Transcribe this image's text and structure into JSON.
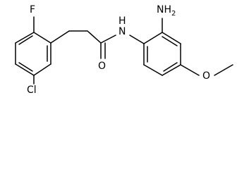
{
  "molecule": {
    "atoms": {
      "fluorine": "F",
      "chlorine": "Cl",
      "amide_nitrogen": "N",
      "amide_hydrogen": "H",
      "amine_group": "NH",
      "amine_subscript": "2",
      "carbonyl_oxygen": "O",
      "methoxy_oxygen": "O"
    }
  }
}
